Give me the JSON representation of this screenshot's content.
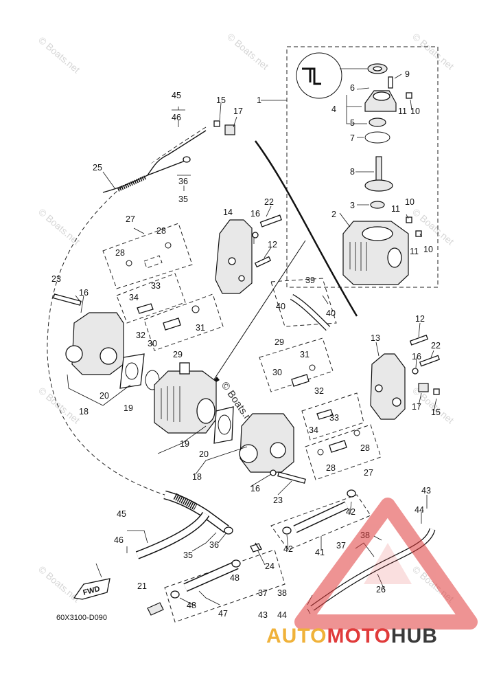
{
  "diagram": {
    "code": "60X3100-D090",
    "fwd_label": "FWD",
    "watermark": "© Boats.net",
    "brand": {
      "part1": "AUTO",
      "part2": "MOTO",
      "part3": "HUB",
      "color1": "#f0b23a",
      "color2": "#e03b3b",
      "color3": "#3a3a3a"
    },
    "labels": {
      "l1": "1",
      "l2": "2",
      "l3": "3",
      "l4": "4",
      "l5": "5",
      "l6": "6",
      "l7": "7",
      "l8": "8",
      "l9": "9",
      "l10": "10",
      "l11": "11",
      "l12": "12",
      "l13": "13",
      "l14": "14",
      "l15": "15",
      "l16": "16",
      "l17": "17",
      "l18": "18",
      "l19": "19",
      "l20": "20",
      "l21": "21",
      "l22": "22",
      "l23": "23",
      "l24": "24",
      "l25": "25",
      "l26": "26",
      "l27": "27",
      "l28": "28",
      "l29": "29",
      "l30": "30",
      "l31": "31",
      "l32": "32",
      "l33": "33",
      "l34": "34",
      "l35": "35",
      "l36": "36",
      "l37": "37",
      "l38": "38",
      "l39": "39",
      "l40": "40",
      "l41": "41",
      "l42": "42",
      "l43": "43",
      "l44": "44",
      "l45": "45",
      "l46": "46",
      "l47": "47",
      "l48": "48"
    }
  }
}
